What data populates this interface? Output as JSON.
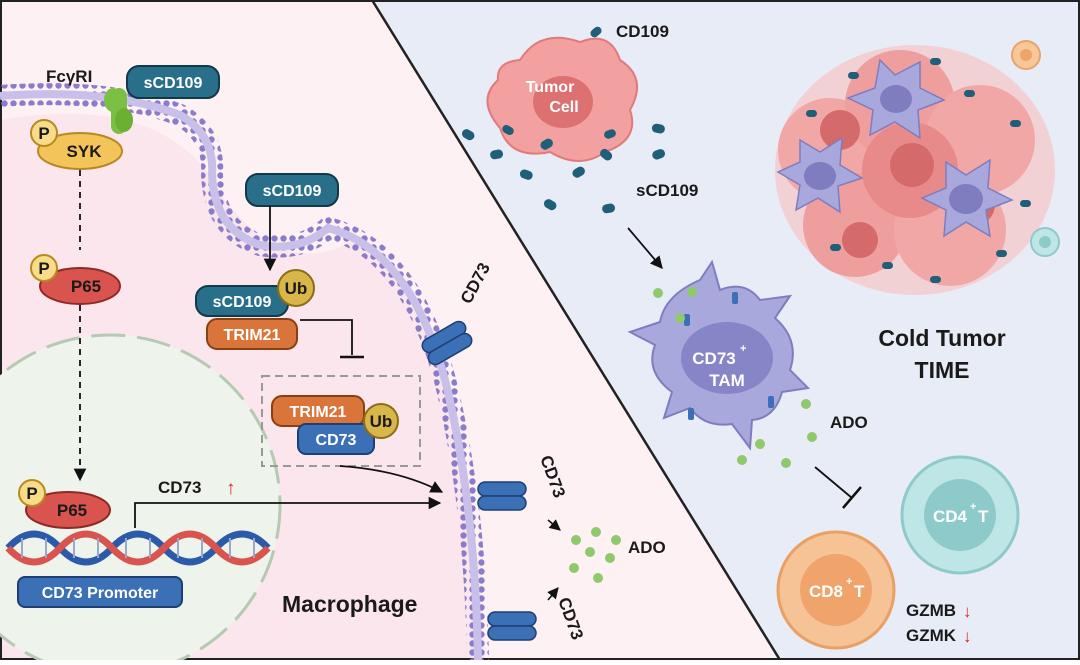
{
  "left_panel": {
    "receptor_label": "FcγRI",
    "scd109_membrane": "sCD109",
    "p_label": "P",
    "syk": "SYK",
    "p65": "P65",
    "scd109_internal": "sCD109",
    "scd109_ub": "sCD109",
    "ub": "Ub",
    "trim21": "TRIM21",
    "trim21_complex": "TRIM21",
    "cd73_complex": "CD73",
    "ub_complex": "Ub",
    "cd73_up": "CD73",
    "up_arrow": "↑",
    "promoter": "CD73 Promoter",
    "cell_type": "Macrophage",
    "cd73_membrane_1": "CD73",
    "cd73_membrane_2": "CD73",
    "cd73_membrane_3": "CD73",
    "ado": "ADO"
  },
  "right_panel": {
    "cd109": "CD109",
    "tumor_cell": [
      "Tumor",
      "Cell"
    ],
    "scd109": "sCD109",
    "tam_line1": "CD73",
    "tam_sup": "+",
    "tam_line2": "TAM",
    "ado": "ADO",
    "cold_tumor": [
      "Cold Tumor",
      "TIME"
    ],
    "cd4": "CD4",
    "cd4_sup": "+",
    "cd4_t": "T",
    "cd8": "CD8",
    "cd8_sup": "+",
    "cd8_t": "T",
    "gzmb": "GZMB",
    "gzmk": "GZMK",
    "down_arrow": "↓"
  },
  "colors": {
    "left_bg": "#fbeef2",
    "right_bg": "#e8ecf7",
    "membrane": "#8b7cc9",
    "pill_blue": "#2a6f8a",
    "trim21_orange": "#d9743a",
    "p65_red": "#d9534f",
    "cd73_blue": "#3b6fb6",
    "ado_green": "#8ec96b",
    "tumor_pink": "#e98a8a",
    "tam_purple": "#a3a3d8",
    "cd4_teal": "#9fd9d6",
    "cd8_orange": "#f2a36b",
    "up_red": "#d62728"
  }
}
